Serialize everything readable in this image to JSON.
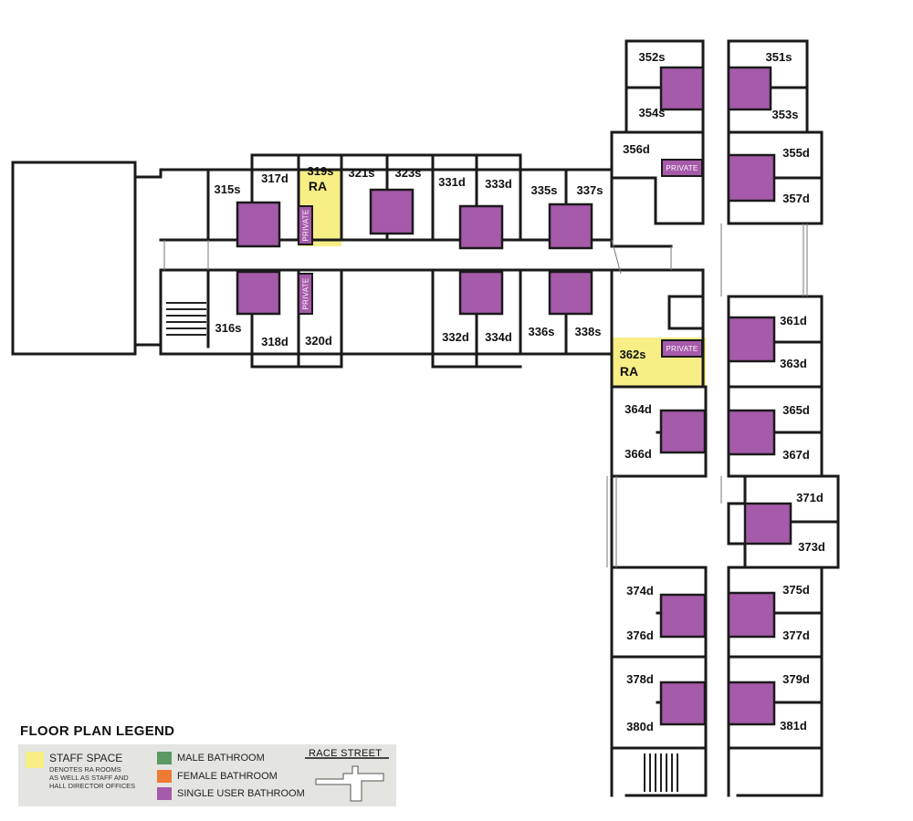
{
  "colors": {
    "wall": "#1a1a1a",
    "staff": "#f7ee86",
    "single_user_bathroom": "#a65aaa",
    "male_bathroom": "#5b9a62",
    "female_bathroom": "#ee7a34",
    "legend_bg": "#e4e4e1"
  },
  "rooms": [
    {
      "id": "315s",
      "label": "315s"
    },
    {
      "id": "317d",
      "label": "317d"
    },
    {
      "id": "319s",
      "label": "319s"
    },
    {
      "id": "321s",
      "label": "321s"
    },
    {
      "id": "323s",
      "label": "323s"
    },
    {
      "id": "331d",
      "label": "331d"
    },
    {
      "id": "333d",
      "label": "333d"
    },
    {
      "id": "335s",
      "label": "335s"
    },
    {
      "id": "337s",
      "label": "337s"
    },
    {
      "id": "316s",
      "label": "316s"
    },
    {
      "id": "318d",
      "label": "318d"
    },
    {
      "id": "320d",
      "label": "320d"
    },
    {
      "id": "332d",
      "label": "332d"
    },
    {
      "id": "334d",
      "label": "334d"
    },
    {
      "id": "336s",
      "label": "336s"
    },
    {
      "id": "338s",
      "label": "338s"
    },
    {
      "id": "352s",
      "label": "352s"
    },
    {
      "id": "354s",
      "label": "354s"
    },
    {
      "id": "351s",
      "label": "351s"
    },
    {
      "id": "353s",
      "label": "353s"
    },
    {
      "id": "356d",
      "label": "356d"
    },
    {
      "id": "355d",
      "label": "355d"
    },
    {
      "id": "357d",
      "label": "357d"
    },
    {
      "id": "361d",
      "label": "361d"
    },
    {
      "id": "363d",
      "label": "363d"
    },
    {
      "id": "362s",
      "label": "362s"
    },
    {
      "id": "364d",
      "label": "364d"
    },
    {
      "id": "366d",
      "label": "366d"
    },
    {
      "id": "365d",
      "label": "365d"
    },
    {
      "id": "367d",
      "label": "367d"
    },
    {
      "id": "371d",
      "label": "371d"
    },
    {
      "id": "373d",
      "label": "373d"
    },
    {
      "id": "374d",
      "label": "374d"
    },
    {
      "id": "376d",
      "label": "376d"
    },
    {
      "id": "375d",
      "label": "375d"
    },
    {
      "id": "377d",
      "label": "377d"
    },
    {
      "id": "378d",
      "label": "378d"
    },
    {
      "id": "380d",
      "label": "380d"
    },
    {
      "id": "379d",
      "label": "379d"
    },
    {
      "id": "381d",
      "label": "381d"
    }
  ],
  "ra_label": "RA",
  "private_label": "PRIVATE",
  "legend": {
    "title": "FLOOR PLAN LEGEND",
    "staff_space": "STAFF SPACE",
    "staff_note": "DENOTES RA ROOMS\nAS WELL AS STAFF AND\nHALL DIRECTOR OFFICES",
    "male_bathroom": "MALE BATHROOM",
    "female_bathroom": "FEMALE BATHROOM",
    "single_user_bathroom": "SINGLE USER BATHROOM",
    "race_street": "RACE STREET"
  }
}
